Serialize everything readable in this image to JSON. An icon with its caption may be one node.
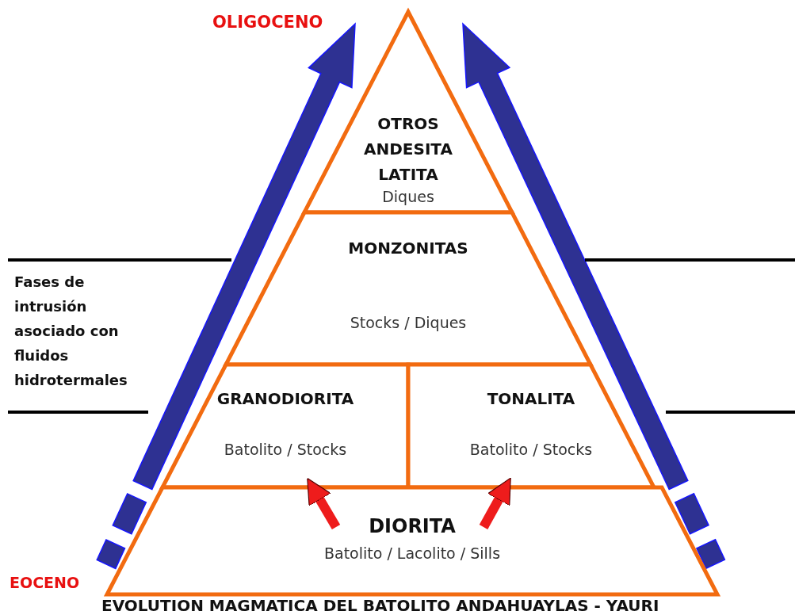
{
  "diagram": {
    "caption": "EVOLUTION MAGMATICA DEL BATOLITO ANDAHUAYLAS - YAURI",
    "nodes": [
      {
        "text": [
          "OTROS ANDESITA LATITA",
          "Diques"
        ]
      },
      {
        "text": [
          "MONZONITAS",
          "Stocks / Diques"
        ]
      },
      {
        "text": [
          "GRANODIORITA",
          "Batolito / Stocks"
        ]
      },
      {
        "text": [
          "TONALITA",
          "Batolito / Stocks"
        ]
      },
      {
        "text": [
          "DIORITA",
          "Batolito / Lacolito / Sills"
        ]
      }
    ],
    "edges": [
      {
        "from": 4,
        "to": 2,
        "arrow": "to"
      },
      {
        "from": 4,
        "to": 3,
        "arrow": "to"
      }
    ],
    "labels": [
      "OLIGOCENO",
      "Fases de intrusión asociado con fluidos hidrotermales",
      "EOCENO"
    ]
  }
}
